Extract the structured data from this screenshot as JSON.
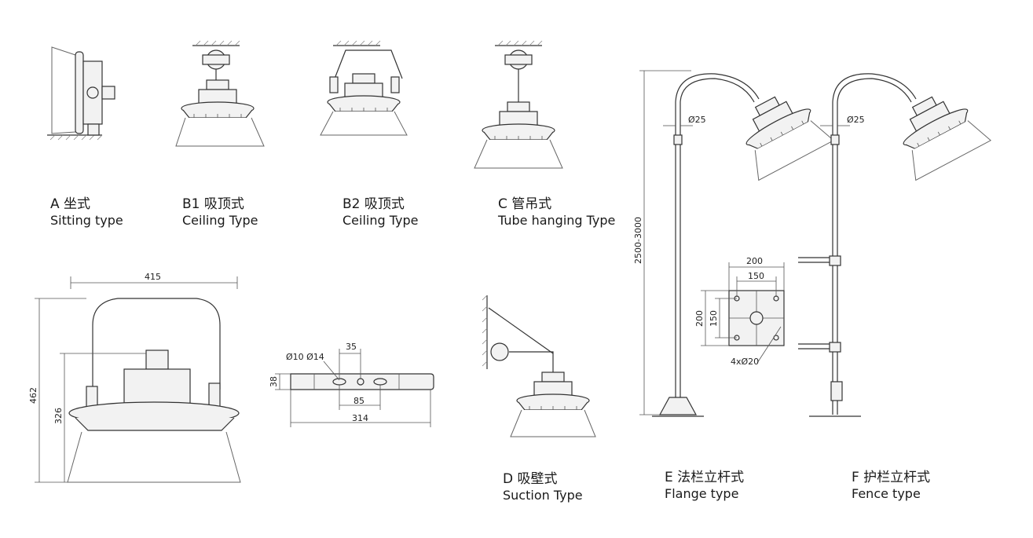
{
  "captions": {
    "a": {
      "cn": "A 坐式",
      "en": "Sitting type"
    },
    "b1": {
      "cn": "B1 吸顶式",
      "en": "Ceiling  Type"
    },
    "b2": {
      "cn": "B2 吸顶式",
      "en": "Ceiling  Type"
    },
    "c": {
      "cn": "C 管吊式",
      "en": "Tube hanging Type"
    },
    "d": {
      "cn": "D 吸壁式",
      "en": "Suction Type"
    },
    "e": {
      "cn": "E 法栏立杆式",
      "en": "Flange type"
    },
    "f": {
      "cn": "F 护栏立杆式",
      "en": "Fence type"
    }
  },
  "dimensions": {
    "lamp_width": "415",
    "lamp_total_height": "462",
    "lamp_body_height": "326",
    "bracket_holes": "Ø10 Ø14",
    "bracket_spacing_top": "35",
    "bracket_height": "38",
    "bracket_spacing_bottom": "85",
    "bracket_length": "314",
    "pole_height": "2500-3000",
    "pole_diameter_e": "Ø25",
    "pole_diameter_f": "Ø25",
    "flange_outer": "200",
    "flange_inner": "150",
    "flange_outer_v": "200",
    "flange_inner_v": "150",
    "flange_holes": "4xØ20"
  },
  "colors": {
    "line": "#333333",
    "fill": "#f2f2f2"
  }
}
